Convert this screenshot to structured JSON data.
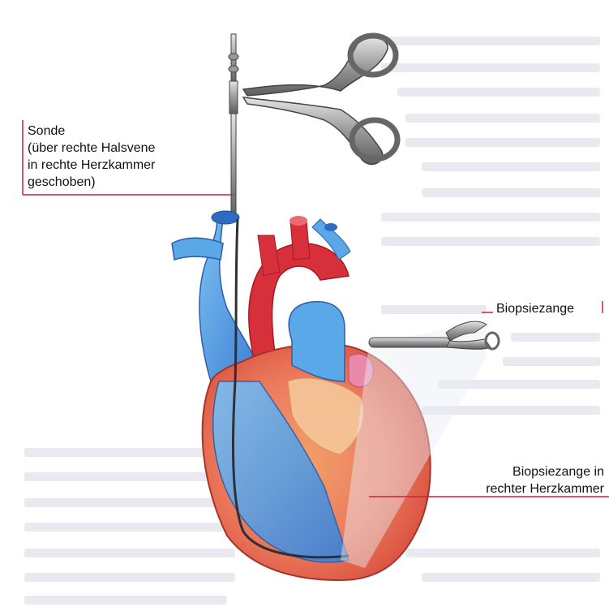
{
  "labels": {
    "sonde": [
      "Sonde",
      "(über rechte Halsvene",
      "in rechte Herzkammer",
      "geschoben)"
    ],
    "biopsiezange": "Biopsiezange",
    "biopsiezange_herzkammer": [
      "Biopsiezange in",
      "rechter Herzkammer"
    ]
  },
  "colors": {
    "vein_blue": "#5aa8e8",
    "artery_red": "#d8303b",
    "leader_red": "#c8243b"
  },
  "icons": {
    "forceps": "forceps-icon",
    "biopsy_forceps": "biopsy-forceps-icon",
    "heart": "heart-illustration"
  }
}
